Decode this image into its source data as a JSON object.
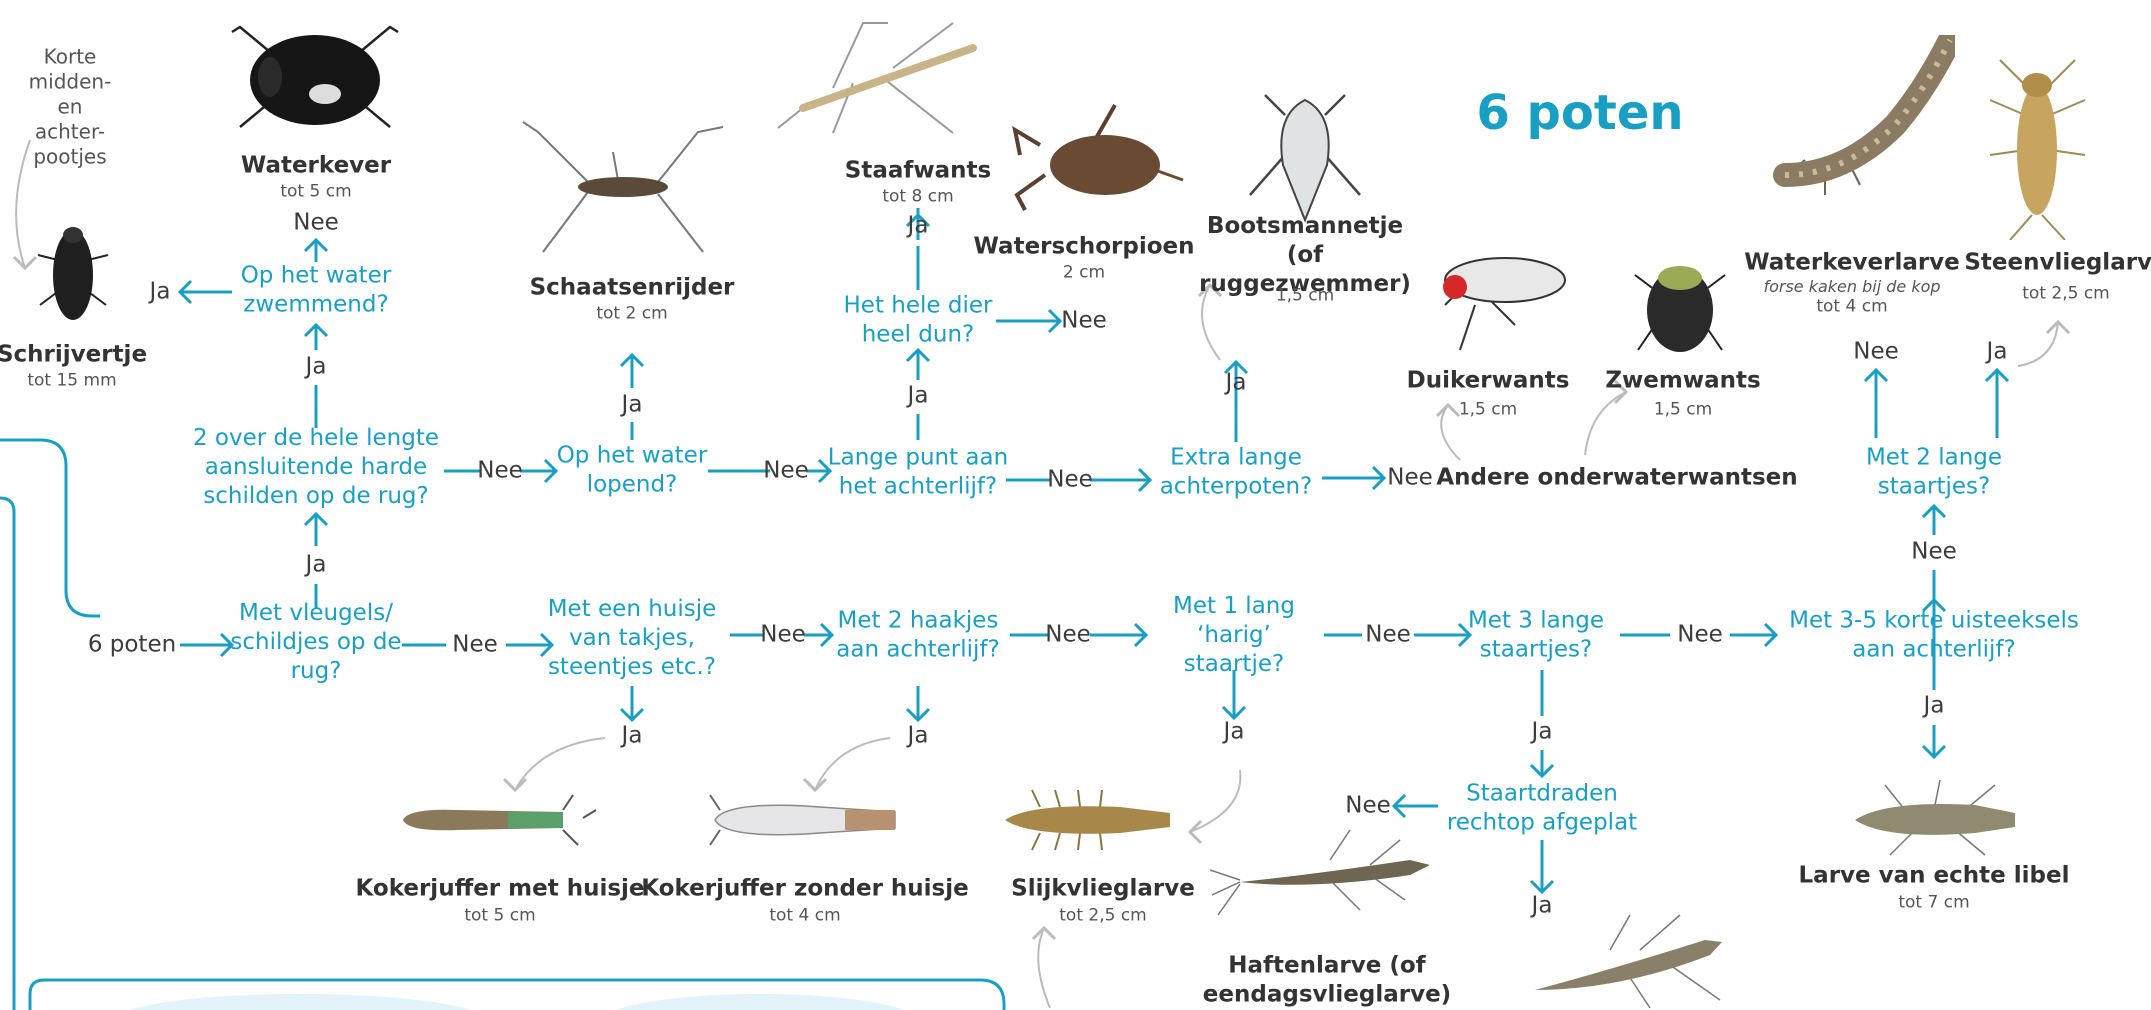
{
  "title": "6 poten",
  "colors": {
    "accent": "#1a9fc4",
    "text": "#333333",
    "arrow_gray": "#bbbbbb",
    "bubble": "#e3f3fa"
  },
  "start": "6 poten",
  "annotation": "Korte midden- en achter- pootjes",
  "questions": {
    "q_vleugels": "Met vleugels/ schildjes op de rug?",
    "q_schilden": "2 over de hele lengte aansluitende harde schilden op de rug?",
    "q_zwemmend": "Op het water zwemmend?",
    "q_lopend": "Op het water lopend?",
    "q_langepunt": "Lange punt aan het achterlijf?",
    "q_dun": "Het hele dier heel dun?",
    "q_achterpoten": "Extra lange achterpoten?",
    "q_huisje": "Met een huisje van takjes, steentjes etc.?",
    "q_haakjes": "Met 2 haakjes aan achterlijf?",
    "q_harig": "Met 1 lang ‘harig’ staartje?",
    "q_3staartjes": "Met 3 lange staartjes?",
    "q_uitsteeksels": "Met 3-5 korte uisteeksels aan achterlijf?",
    "q_2staartjes": "Met 2 lange staartjes?",
    "q_staartdraden": "Staartdraden rechtop afgeplat"
  },
  "answers": {
    "ja": "Ja",
    "nee": "Nee"
  },
  "animals": {
    "schrijvertje": {
      "name": "Schrijvertje",
      "size": "tot 15 mm"
    },
    "waterkever": {
      "name": "Waterkever",
      "size": "tot 5 cm"
    },
    "schaatsenrijder": {
      "name": "Schaatsenrijder",
      "size": "tot 2 cm"
    },
    "staafwants": {
      "name": "Staafwants",
      "size": "tot 8 cm"
    },
    "waterschorpioen": {
      "name": "Waterschorpioen",
      "size": "2 cm"
    },
    "bootsmannetje": {
      "name": "Bootsmannetje (of ruggezwemmer)",
      "size": "1,5 cm"
    },
    "duikerwants": {
      "name": "Duikerwants",
      "size": "1,5 cm"
    },
    "zwemwants": {
      "name": "Zwemwants",
      "size": "1,5 cm"
    },
    "andere": {
      "name": "Andere onderwaterwantsen"
    },
    "waterkeverlarve": {
      "name": "Waterkeverlarve",
      "note": "forse kaken bij de kop",
      "size": "tot 4 cm"
    },
    "steenvlieglarve": {
      "name": "Steenvlieglarve",
      "size": "tot 2,5 cm"
    },
    "kokerjuffer_met": {
      "name": "Kokerjuffer met huisje",
      "size": "tot 5 cm"
    },
    "kokerjuffer_zonder": {
      "name": "Kokerjuffer zonder huisje",
      "size": "tot 4 cm"
    },
    "slijkvlieglarve": {
      "name": "Slijkvlieglarve",
      "size": "tot 2,5 cm"
    },
    "haftenlarve": {
      "name": "Haftenlarve (of eendagsvlieglarve)"
    },
    "libel": {
      "name": "Larve van echte libel",
      "size": "tot 7 cm"
    }
  }
}
